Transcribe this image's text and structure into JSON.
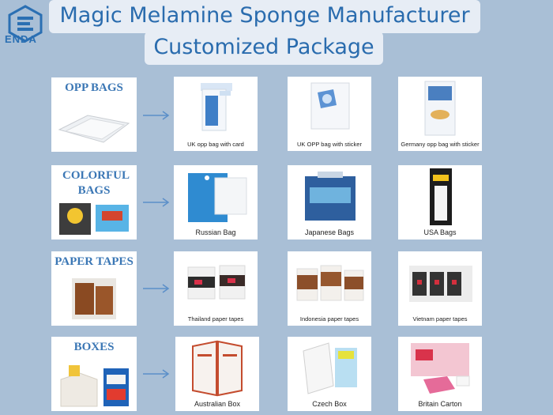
{
  "brand": {
    "name": "ENDA",
    "color": "#2a6fb3"
  },
  "title": {
    "line1": "Magic Melamine Sponge Manufacturer",
    "line2": "Customized Package"
  },
  "rows": [
    {
      "category": "OPP BAGS",
      "items": [
        "UK opp bag with card",
        "UK OPP bag with sticker",
        "Germany opp bag with sticker"
      ]
    },
    {
      "category": "COLORFUL BAGS",
      "items": [
        "Russian Bag",
        "Japanese Bags",
        "USA Bags"
      ]
    },
    {
      "category": "PAPER TAPES",
      "items": [
        "Thailand  paper tapes",
        "Indonesia  paper tapes",
        "Vietnam paper tapes"
      ]
    },
    {
      "category": "BOXES",
      "items": [
        "Australian Box",
        "Czech Box",
        "Britain Carton"
      ]
    }
  ],
  "colors": {
    "background": "#a9bfd6",
    "accent": "#2a6cae",
    "title_bg": "#e7edf5",
    "arrow": "#5b8fc9"
  }
}
